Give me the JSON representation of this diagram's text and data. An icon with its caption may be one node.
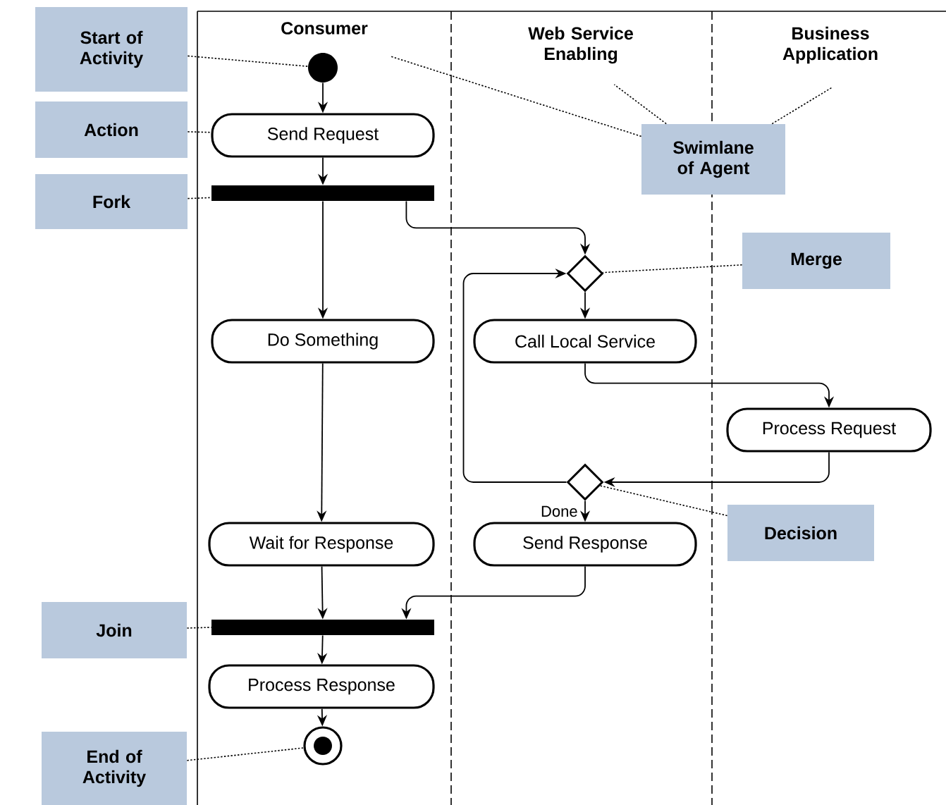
{
  "diagram": {
    "nodes": [
      {
        "text": [
          "Consumer"
        ]
      },
      {
        "text": [
          "Web Service Enabling"
        ]
      },
      {
        "text": [
          "Business Application"
        ]
      },
      {
        "text": [],
        "shape": "circle",
        "in": 0
      },
      {
        "text": [
          "Send Request"
        ],
        "in": 0
      },
      {
        "text": [],
        "shape": "bar",
        "in": 0
      },
      {
        "text": [],
        "shape": "diamond",
        "in": 1
      },
      {
        "text": [
          "Do Something"
        ],
        "in": 0
      },
      {
        "text": [
          "Call Local Service"
        ],
        "in": 1
      },
      {
        "text": [
          "Process Request"
        ],
        "in": 2
      },
      {
        "text": [],
        "shape": "diamond",
        "in": 1
      },
      {
        "text": [
          "Wait for Response"
        ],
        "in": 0
      },
      {
        "text": [
          "Send Response"
        ],
        "in": 1
      },
      {
        "text": [],
        "shape": "bar",
        "in": 0
      },
      {
        "text": [
          "Process Response"
        ],
        "in": 0
      },
      {
        "text": [],
        "shape": "circle",
        "in": 0
      },
      {
        "text": [
          "Start of Activity"
        ]
      },
      {
        "text": [
          "Action"
        ]
      },
      {
        "text": [
          "Fork"
        ]
      },
      {
        "text": [
          "Swimlane of Agent"
        ]
      },
      {
        "text": [
          "Merge"
        ],
        "in": 2
      },
      {
        "text": [
          "Decision"
        ],
        "in": 2
      },
      {
        "text": [
          "Join"
        ]
      },
      {
        "text": [
          "End of Activity"
        ]
      }
    ],
    "edges": [
      {
        "from": 3,
        "to": 4,
        "arrow": "to"
      },
      {
        "from": 4,
        "to": 5,
        "arrow": "to"
      },
      {
        "from": 5,
        "to": 7,
        "arrow": "to"
      },
      {
        "from": 5,
        "to": 6,
        "arrow": "to"
      },
      {
        "from": 6,
        "to": 8,
        "arrow": "to"
      },
      {
        "from": 8,
        "to": 9,
        "arrow": "to"
      },
      {
        "from": 9,
        "to": 10,
        "arrow": "to"
      },
      {
        "from": 10,
        "to": 6,
        "arrow": "to"
      },
      {
        "from": 10,
        "to": 12,
        "arrow": "to",
        "label": "Done"
      },
      {
        "from": 7,
        "to": 11,
        "arrow": "to"
      },
      {
        "from": 11,
        "to": 13,
        "arrow": "to"
      },
      {
        "from": 12,
        "to": 13,
        "arrow": "to"
      },
      {
        "from": 13,
        "to": 14,
        "arrow": "to"
      },
      {
        "from": 14,
        "to": 15,
        "arrow": "to"
      },
      {
        "from": 16,
        "to": 3,
        "arrow": "none",
        "style": "dashed"
      },
      {
        "from": 17,
        "to": 4,
        "arrow": "none",
        "style": "dashed"
      },
      {
        "from": 18,
        "to": 5,
        "arrow": "none",
        "style": "dashed"
      },
      {
        "from": 19,
        "to": 0,
        "arrow": "none",
        "style": "dashed"
      },
      {
        "from": 19,
        "to": 1,
        "arrow": "none",
        "style": "dashed"
      },
      {
        "from": 19,
        "to": 2,
        "arrow": "none",
        "style": "dashed"
      },
      {
        "from": 20,
        "to": 6,
        "arrow": "none",
        "style": "dashed"
      },
      {
        "from": 21,
        "to": 10,
        "arrow": "none",
        "style": "dashed"
      },
      {
        "from": 22,
        "to": 13,
        "arrow": "none",
        "style": "dashed"
      },
      {
        "from": 23,
        "to": 15,
        "arrow": "none",
        "style": "dashed"
      }
    ]
  }
}
